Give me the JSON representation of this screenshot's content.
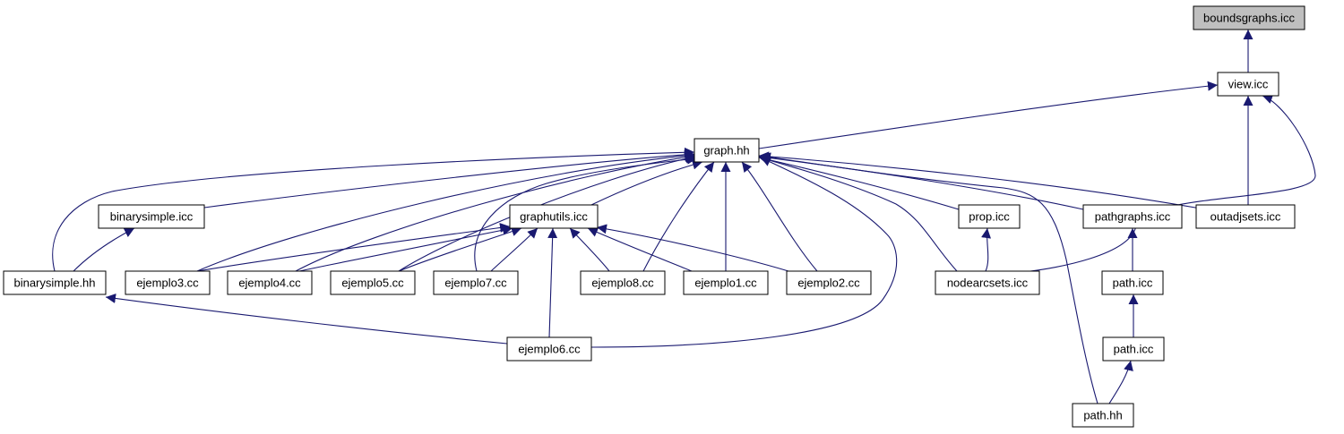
{
  "colors": {
    "edge": "#191970",
    "root_fill": "#bfbfbf",
    "node_fill": "#ffffff",
    "node_border": "#000000"
  },
  "nodes": {
    "boundsgraphs": "boundsgraphs.icc",
    "view": "view.icc",
    "graph": "graph.hh",
    "binarysimple_icc": "binarysimple.icc",
    "graphutils": "graphutils.icc",
    "prop": "prop.icc",
    "pathgraphs": "pathgraphs.icc",
    "outadjsets": "outadjsets.icc",
    "binarysimple_hh": "binarysimple.hh",
    "ejemplo3": "ejemplo3.cc",
    "ejemplo4": "ejemplo4.cc",
    "ejemplo5": "ejemplo5.cc",
    "ejemplo7": "ejemplo7.cc",
    "ejemplo8": "ejemplo8.cc",
    "ejemplo1": "ejemplo1.cc",
    "ejemplo2": "ejemplo2.cc",
    "nodearcsets": "nodearcsets.icc",
    "path_icc_1": "path.icc",
    "ejemplo6": "ejemplo6.cc",
    "path_icc_2": "path.icc",
    "path_hh": "path.hh"
  },
  "edges": [
    [
      "view",
      "boundsgraphs"
    ],
    [
      "graph",
      "view"
    ],
    [
      "nodearcsets",
      "view"
    ],
    [
      "outadjsets",
      "view"
    ],
    [
      "binarysimple_icc",
      "graph"
    ],
    [
      "graphutils",
      "graph"
    ],
    [
      "prop",
      "graph"
    ],
    [
      "pathgraphs",
      "graph"
    ],
    [
      "outadjsets",
      "graph"
    ],
    [
      "binarysimple_hh",
      "graph"
    ],
    [
      "ejemplo3",
      "graph"
    ],
    [
      "ejemplo4",
      "graph"
    ],
    [
      "ejemplo5",
      "graph"
    ],
    [
      "ejemplo7",
      "graph"
    ],
    [
      "ejemplo8",
      "graph"
    ],
    [
      "ejemplo1",
      "graph"
    ],
    [
      "ejemplo2",
      "graph"
    ],
    [
      "nodearcsets",
      "graph"
    ],
    [
      "ejemplo6",
      "graph"
    ],
    [
      "path_hh",
      "graph"
    ],
    [
      "binarysimple_hh",
      "binarysimple_icc"
    ],
    [
      "ejemplo3",
      "graphutils"
    ],
    [
      "ejemplo4",
      "graphutils"
    ],
    [
      "ejemplo5",
      "graphutils"
    ],
    [
      "ejemplo7",
      "graphutils"
    ],
    [
      "ejemplo8",
      "graphutils"
    ],
    [
      "ejemplo1",
      "graphutils"
    ],
    [
      "ejemplo2",
      "graphutils"
    ],
    [
      "ejemplo6",
      "graphutils"
    ],
    [
      "ejemplo6",
      "binarysimple_hh"
    ],
    [
      "nodearcsets",
      "prop"
    ],
    [
      "path_icc_1",
      "pathgraphs"
    ],
    [
      "path_icc_2",
      "path_icc_1"
    ],
    [
      "path_hh",
      "path_icc_2"
    ]
  ]
}
